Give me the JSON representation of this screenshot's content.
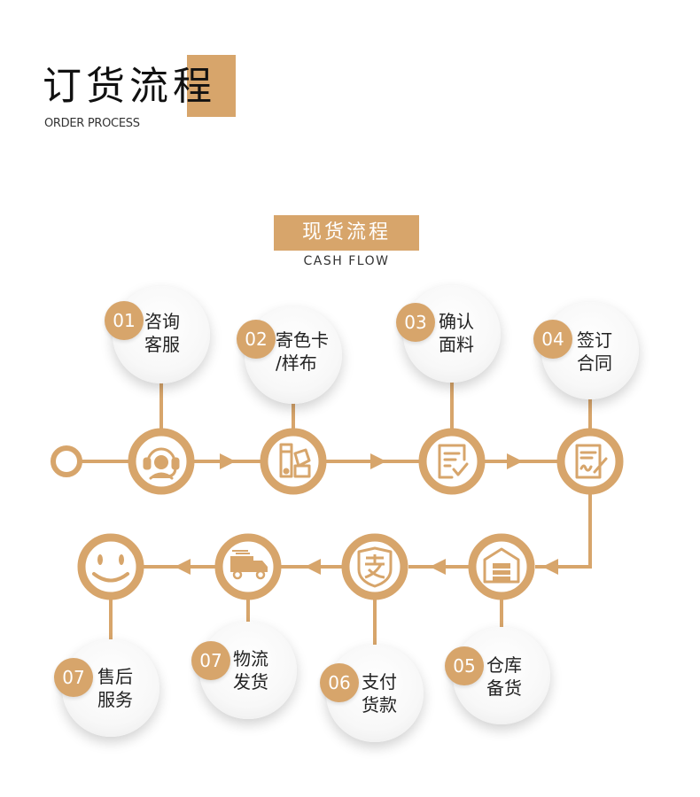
{
  "header": {
    "title": "订货流程",
    "subtitle": "ORDER PROCESS"
  },
  "section": {
    "title": "现货流程",
    "subtitle": "CASH FLOW"
  },
  "colors": {
    "accent": "#d7a56b",
    "text": "#1f1f1f"
  },
  "steps": [
    {
      "num": "01",
      "line1": "咨询",
      "line2": "客服",
      "icon": "headset-icon"
    },
    {
      "num": "02",
      "line1": "寄色卡",
      "line2": "/样布",
      "icon": "color-swatch-icon"
    },
    {
      "num": "03",
      "line1": "确认",
      "line2": "面料",
      "icon": "checklist-icon"
    },
    {
      "num": "04",
      "line1": "签订",
      "line2": "合同",
      "icon": "contract-sign-icon"
    },
    {
      "num": "05",
      "line1": "仓库",
      "line2": "备货",
      "icon": "warehouse-icon"
    },
    {
      "num": "06",
      "line1": "支付",
      "line2": "货款",
      "icon": "alipay-icon"
    },
    {
      "num": "07",
      "line1": "物流",
      "line2": "发货",
      "icon": "truck-icon"
    },
    {
      "num": "07",
      "line1": "售后",
      "line2": "服务",
      "icon": "smiley-icon"
    }
  ]
}
